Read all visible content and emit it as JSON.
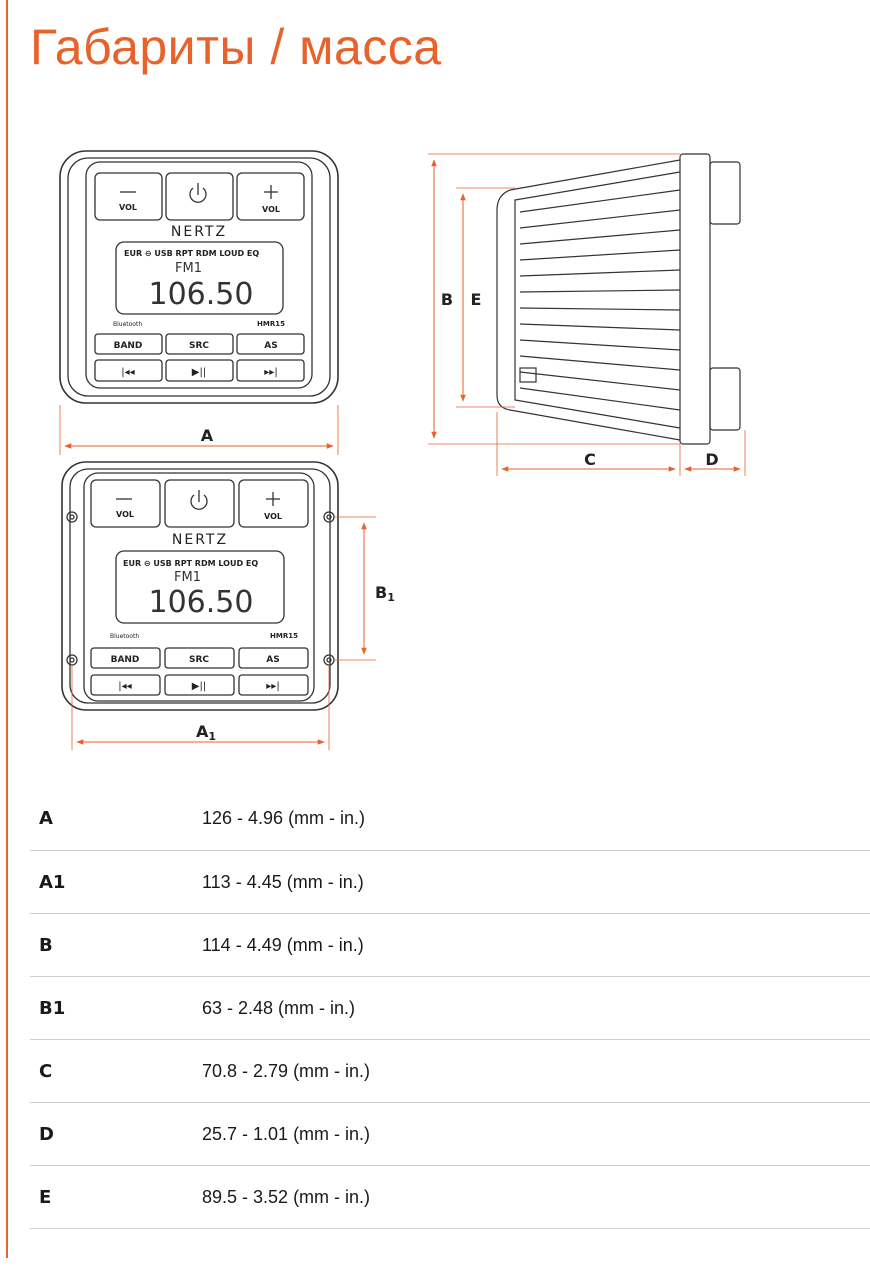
{
  "title": "Габариты / масса",
  "device": {
    "buttons": {
      "vol": "VOL",
      "band": "BAND",
      "src": "SRC",
      "as": "AS"
    },
    "brand": "NERTZ",
    "display_indicators": "EUR ⊖ USB RPT RDM LOUD EQ",
    "display_band": "FM1",
    "display_freq": "106.50",
    "bluetooth": "Bluetooth",
    "model": "HMR15"
  },
  "dimension_labels": {
    "a": "A",
    "a1": "A",
    "b": "B",
    "e": "E",
    "b1": "B",
    "c": "C",
    "d": "D",
    "sub1": "1"
  },
  "specs": [
    {
      "key": "A",
      "value": "126 - 4.96 (mm - in.)"
    },
    {
      "key": "A1",
      "value": "113 - 4.45 (mm - in.)"
    },
    {
      "key": "B",
      "value": "114 - 4.49 (mm - in.)"
    },
    {
      "key": "B1",
      "value": "63 - 2.48 (mm - in.)"
    },
    {
      "key": "C",
      "value": "70.8 - 2.79 (mm - in.)"
    },
    {
      "key": "D",
      "value": "25.7 - 1.01 (mm - in.)"
    },
    {
      "key": "E",
      "value": "89.5 - 3.52 (mm - in.)"
    }
  ]
}
